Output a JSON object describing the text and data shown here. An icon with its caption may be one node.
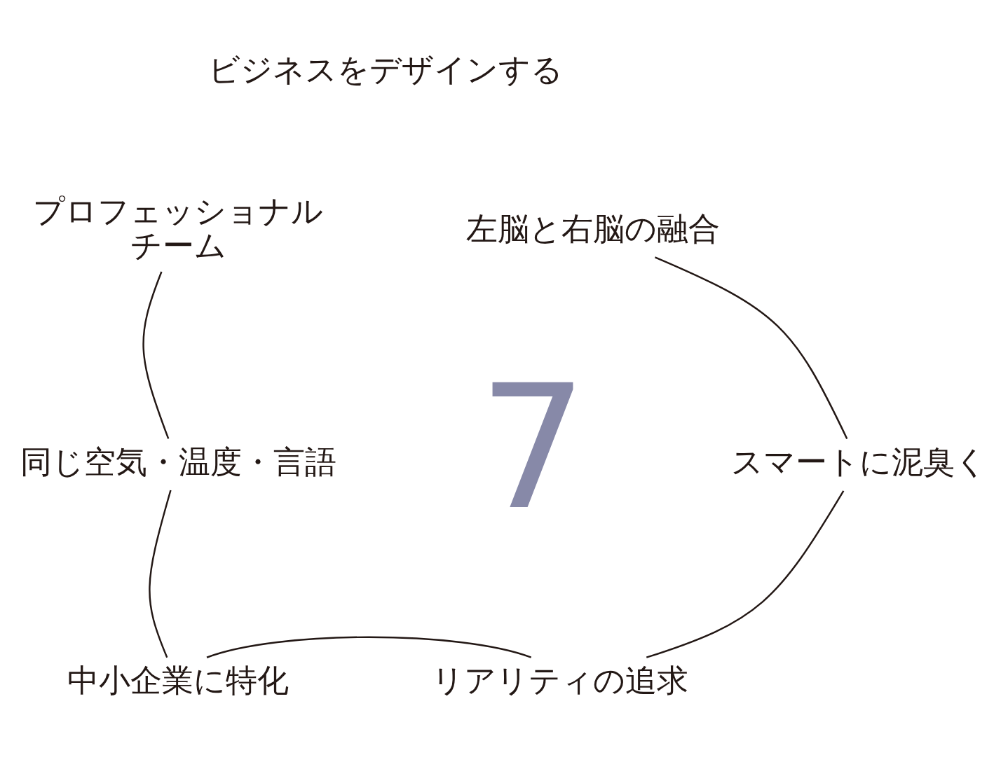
{
  "diagram": {
    "nodes": [
      {
        "text": [
          "ビジネスをデザインする"
        ]
      },
      {
        "text": [
          "左脳と右脳の融合"
        ]
      },
      {
        "text": [
          "スマートに泥臭く"
        ]
      },
      {
        "text": [
          "リアリティの追求"
        ]
      },
      {
        "text": [
          "中小企業に特化"
        ]
      },
      {
        "text": [
          "同じ空気・温度・言語"
        ]
      },
      {
        "text": [
          "プロフェッショナルチーム"
        ]
      },
      {
        "text": [
          "7"
        ]
      }
    ],
    "edges": [
      {
        "from": 6,
        "to": 5,
        "arrow": "none"
      },
      {
        "from": 5,
        "to": 4,
        "arrow": "none"
      },
      {
        "from": 4,
        "to": 3,
        "arrow": "none"
      },
      {
        "from": 3,
        "to": 2,
        "arrow": "none"
      },
      {
        "from": 2,
        "to": 1,
        "arrow": "none"
      }
    ]
  }
}
